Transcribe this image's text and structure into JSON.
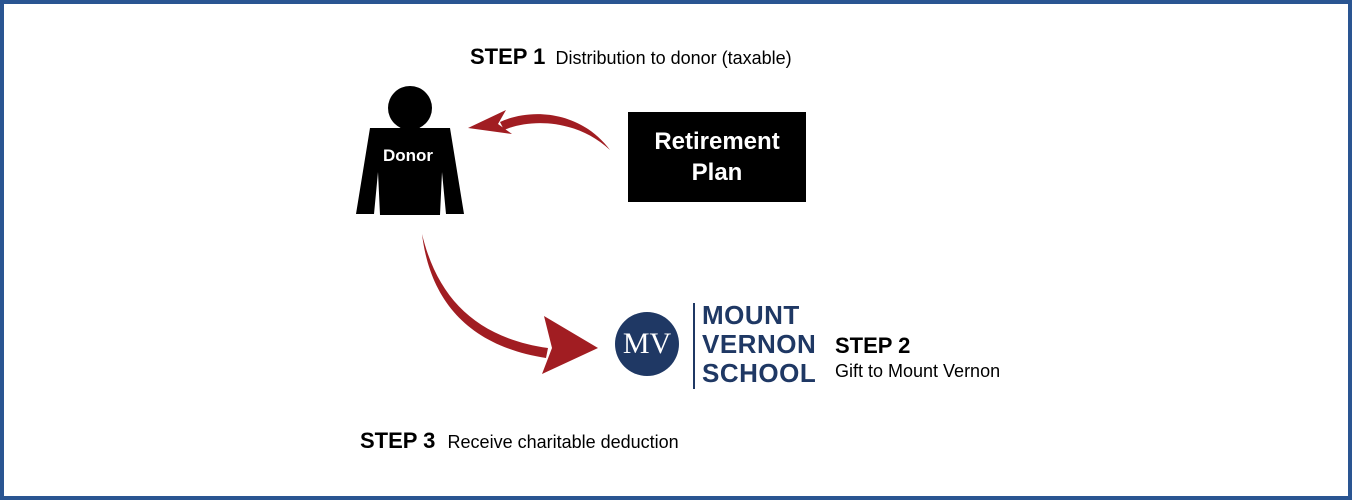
{
  "frame": {
    "border_color": "#2a5592"
  },
  "step1": {
    "label": "STEP 1",
    "description": "Distribution to donor (taxable)"
  },
  "step2": {
    "label": "STEP 2",
    "description": "Gift to Mount Vernon"
  },
  "step3": {
    "label": "STEP 3",
    "description": "Receive charitable deduction"
  },
  "donor": {
    "label": "Donor"
  },
  "retirement_plan": {
    "line1": "Retirement",
    "line2": "Plan"
  },
  "school": {
    "monogram": "MV",
    "name_line1": "MOUNT",
    "name_line2": "VERNON",
    "name_line3": "SCHOOL",
    "brand_color": "#1f3864"
  },
  "arrows": {
    "color": "#a11d22",
    "items": [
      {
        "from": "retirement-plan",
        "to": "donor"
      },
      {
        "from": "donor",
        "to": "school"
      }
    ]
  }
}
